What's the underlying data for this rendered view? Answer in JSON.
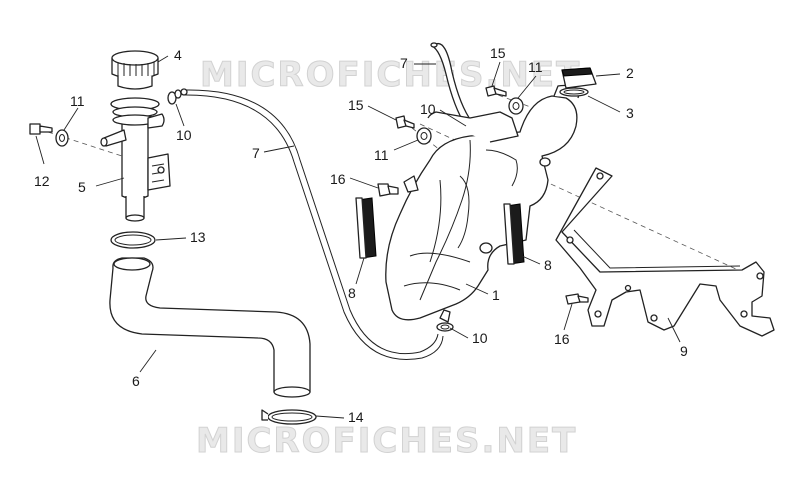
{
  "watermark": {
    "top": "MICROFICHES.NET",
    "bottom": "MICROFICHES.NET"
  },
  "callouts": {
    "c1": "1",
    "c2": "2",
    "c3": "3",
    "c4": "4",
    "c5": "5",
    "c6": "6",
    "c7a": "7",
    "c7b": "7",
    "c8a": "8",
    "c8b": "8",
    "c9": "9",
    "c10a": "10",
    "c10b": "10",
    "c10c": "10",
    "c11a": "11",
    "c11b": "11",
    "c11c": "11",
    "c12": "12",
    "c13": "13",
    "c14": "14",
    "c15a": "15",
    "c15b": "15",
    "c16a": "16",
    "c16b": "16"
  }
}
